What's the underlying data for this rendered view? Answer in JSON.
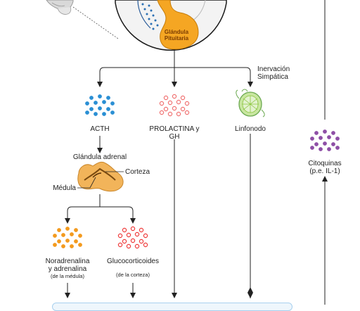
{
  "diagram": {
    "pituitary_label": [
      "Glándula",
      "Pituitaria"
    ],
    "innervation_label": [
      "Inervación",
      "Simpática"
    ],
    "nodes": {
      "acth": {
        "label": "ACTH",
        "dot_color": "#2a8fd4"
      },
      "prolactin": {
        "label": [
          "PROLACTINA y",
          "GH"
        ],
        "dot_color": "#f07272"
      },
      "lymph_node": {
        "label": "Linfonodo",
        "color": "#8cc63f"
      },
      "cytokines": {
        "label": [
          "Citoquinas",
          "(p.e. IL-1)"
        ],
        "dot_color": "#8e4fa6"
      },
      "adrenal": {
        "label": "Glándula adrenal",
        "cortex_label": "Corteza",
        "medulla_label": "Médula",
        "color": "#f2b45a"
      },
      "noradrenaline": {
        "label": [
          "Noradrenalina",
          "y adrenalina"
        ],
        "sublabel": "(de la médula)",
        "dot_color": "#f39a1e"
      },
      "glucocorticoids": {
        "label": "Glucocorticoides",
        "sublabel": "(de la corteza)",
        "dot_color": "#ee3b3b"
      }
    }
  }
}
